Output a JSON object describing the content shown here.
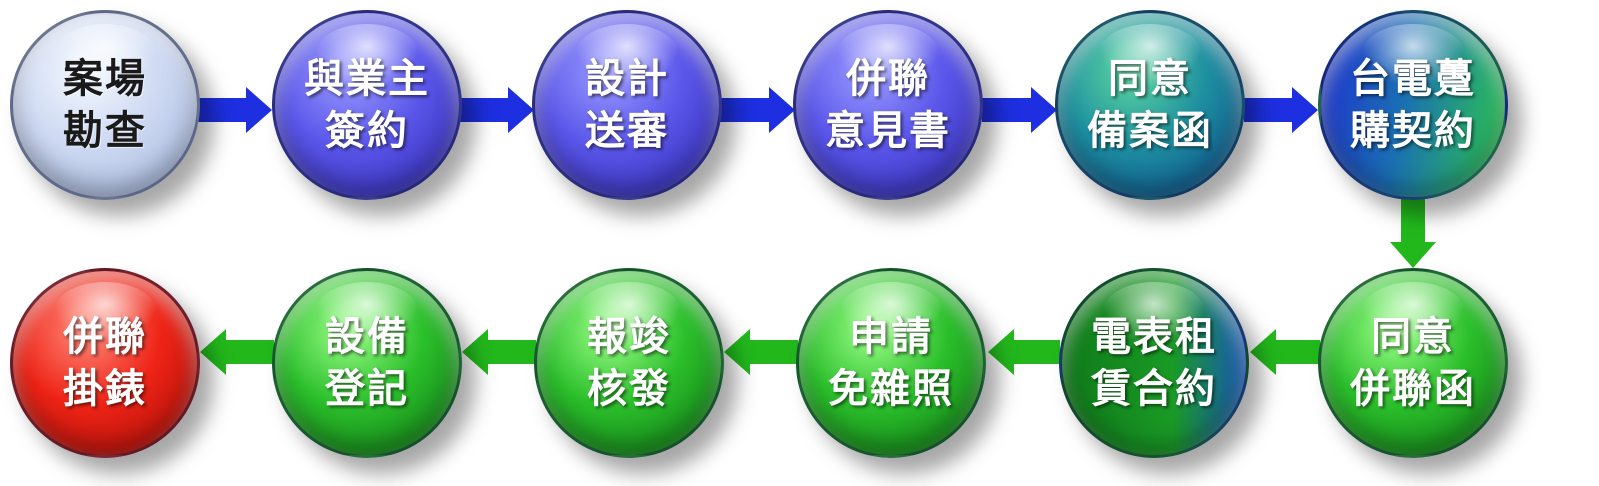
{
  "steps": [
    {
      "id": "site-survey",
      "lines": [
        "案場",
        "勘查"
      ],
      "color": "light"
    },
    {
      "id": "owner-contract",
      "lines": [
        "與業主",
        "簽約"
      ],
      "color": "purple"
    },
    {
      "id": "design-submission",
      "lines": [
        "設計",
        "送審"
      ],
      "color": "purple"
    },
    {
      "id": "grid-opinion",
      "lines": [
        "併聯",
        "意見書"
      ],
      "color": "purple"
    },
    {
      "id": "approval-letter",
      "lines": [
        "同意",
        "備案函"
      ],
      "color": "teal"
    },
    {
      "id": "power-purchase",
      "lines": [
        "台電躉",
        "購契約"
      ],
      "color": "bluegreen"
    },
    {
      "id": "grid-consent",
      "lines": [
        "同意",
        "併聯函"
      ],
      "color": "green"
    },
    {
      "id": "meter-lease",
      "lines": [
        "電表租",
        "賃合約"
      ],
      "color": "green-blue"
    },
    {
      "id": "license-exemption",
      "lines": [
        "申請",
        "免雜照"
      ],
      "color": "green"
    },
    {
      "id": "completion-approval",
      "lines": [
        "報竣",
        "核發"
      ],
      "color": "green"
    },
    {
      "id": "equipment-registration",
      "lines": [
        "設備",
        "登記"
      ],
      "color": "green"
    },
    {
      "id": "grid-connection",
      "lines": [
        "併聯",
        "掛錶"
      ],
      "color": "red"
    }
  ],
  "colors": {
    "arrow_blue": "#1d2fe0",
    "arrow_green": "#22b81c"
  }
}
